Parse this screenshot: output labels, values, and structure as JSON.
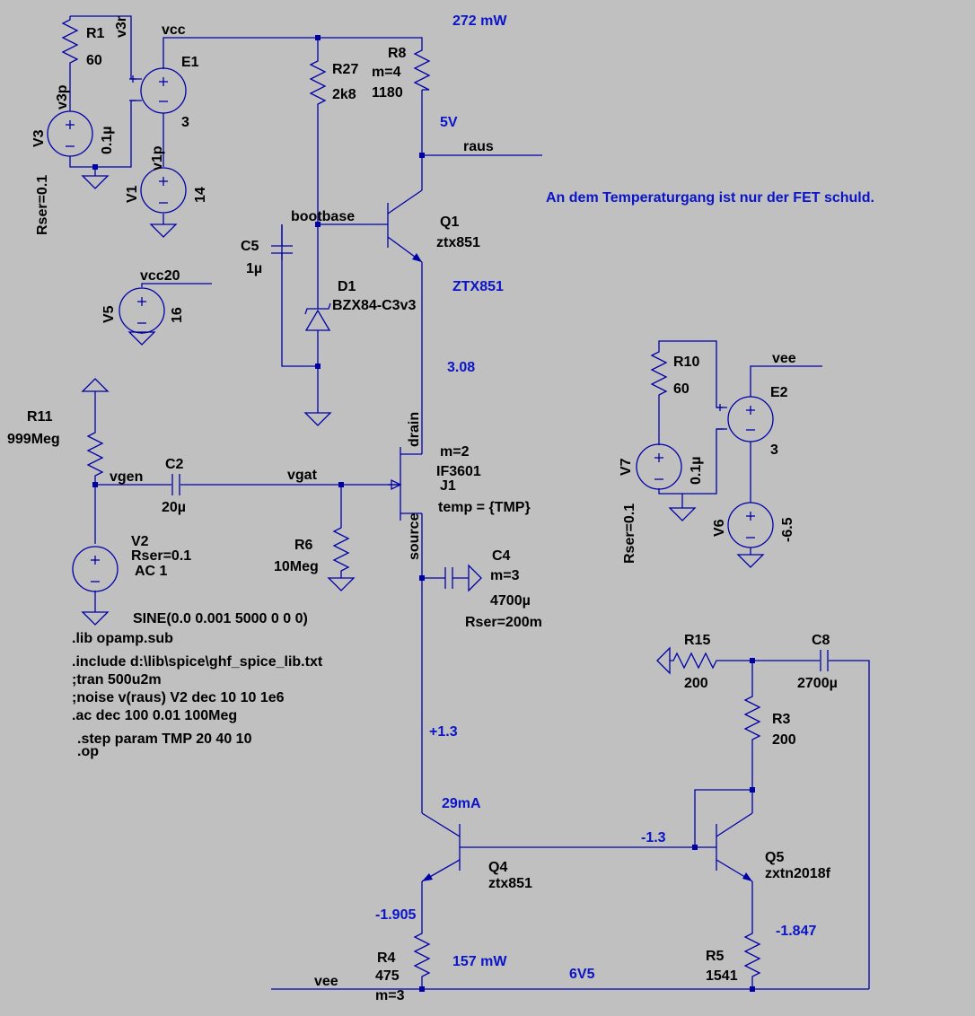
{
  "colors": {
    "background": "#c0c0c0",
    "wire": "#0000a8",
    "annotation_text": "#0a14c8",
    "label_text": "#000000"
  },
  "components": {
    "R1": {
      "name": "R1",
      "value": "60"
    },
    "V3": {
      "name": "V3",
      "value": "0.1µ",
      "rser": "Rser=0.1"
    },
    "E1": {
      "name": "E1",
      "value": "3"
    },
    "V1": {
      "name": "V1",
      "value": "14"
    },
    "R27": {
      "name": "R27",
      "value": "2k8"
    },
    "R8": {
      "name": "R8",
      "mult": "m=4",
      "value": "1180"
    },
    "Q1": {
      "name": "Q1",
      "model": "ztx851"
    },
    "C5": {
      "name": "C5",
      "value": "1µ"
    },
    "D1": {
      "name": "D1",
      "model": "BZX84-C3v3"
    },
    "V5": {
      "name": "V5",
      "value": "16"
    },
    "R11": {
      "name": "R11",
      "value": "999Meg"
    },
    "C2": {
      "name": "C2",
      "value": "20µ"
    },
    "R6": {
      "name": "R6",
      "value": "10Meg"
    },
    "J1": {
      "name": "J1",
      "mult": "m=2",
      "model": "IF3601",
      "temp": "temp = {TMP}"
    },
    "V2": {
      "name": "V2",
      "rser": "Rser=0.1",
      "ac": "AC 1",
      "sine": "SINE(0.0 0.001 5000 0 0 0)"
    },
    "C4": {
      "name": "C4",
      "mult": "m=3",
      "value": "4700µ",
      "rser": "Rser=200m"
    },
    "R10": {
      "name": "R10",
      "value": "60"
    },
    "E2": {
      "name": "E2",
      "value": "3"
    },
    "V7": {
      "name": "V7",
      "value": "0.1µ",
      "rser": "Rser=0.1"
    },
    "V6": {
      "name": "V6",
      "value": "-6.5"
    },
    "R15": {
      "name": "R15",
      "value": "200"
    },
    "C8": {
      "name": "C8",
      "value": "2700µ"
    },
    "R3": {
      "name": "R3",
      "value": "200"
    },
    "Q4": {
      "name": "Q4",
      "model": "ztx851"
    },
    "Q5": {
      "name": "Q5",
      "model": "zxtn2018f"
    },
    "R4": {
      "name": "R4",
      "value": "475",
      "mult": "m=3"
    },
    "R5": {
      "name": "R5",
      "value": "1541"
    }
  },
  "nets": {
    "vcc": "vcc",
    "v3r": "v3r",
    "v3p": "v3p",
    "v1p": "v1p",
    "raus": "raus",
    "bootbase": "bootbase",
    "vcc20": "vcc20",
    "vgen": "vgen",
    "vgat": "vgat",
    "drain": "drain",
    "source": "source",
    "vee_top": "vee",
    "vee_bottom": "vee"
  },
  "annotations": {
    "p272": "272 mW",
    "v5": "5V",
    "ztx851": "ZTX851",
    "v308": "3.08",
    "vp13": "+1.3",
    "i29": "29mA",
    "vm13": "-1.3",
    "vm1905": "-1.905",
    "vm1847": "-1.847",
    "p157": "157 mW",
    "v6v5": "6V5",
    "note": "An dem Temperaturgang ist nur der FET schuld."
  },
  "directives": [
    ".lib opamp.sub",
    ".include d:\\lib\\spice\\ghf_spice_lib.txt",
    ";tran 500u2m",
    ";noise v(raus) V2 dec 10 10 1e6",
    ".ac dec 100 0.01 100Meg",
    ".step param TMP 20 40 10",
    ".op"
  ]
}
